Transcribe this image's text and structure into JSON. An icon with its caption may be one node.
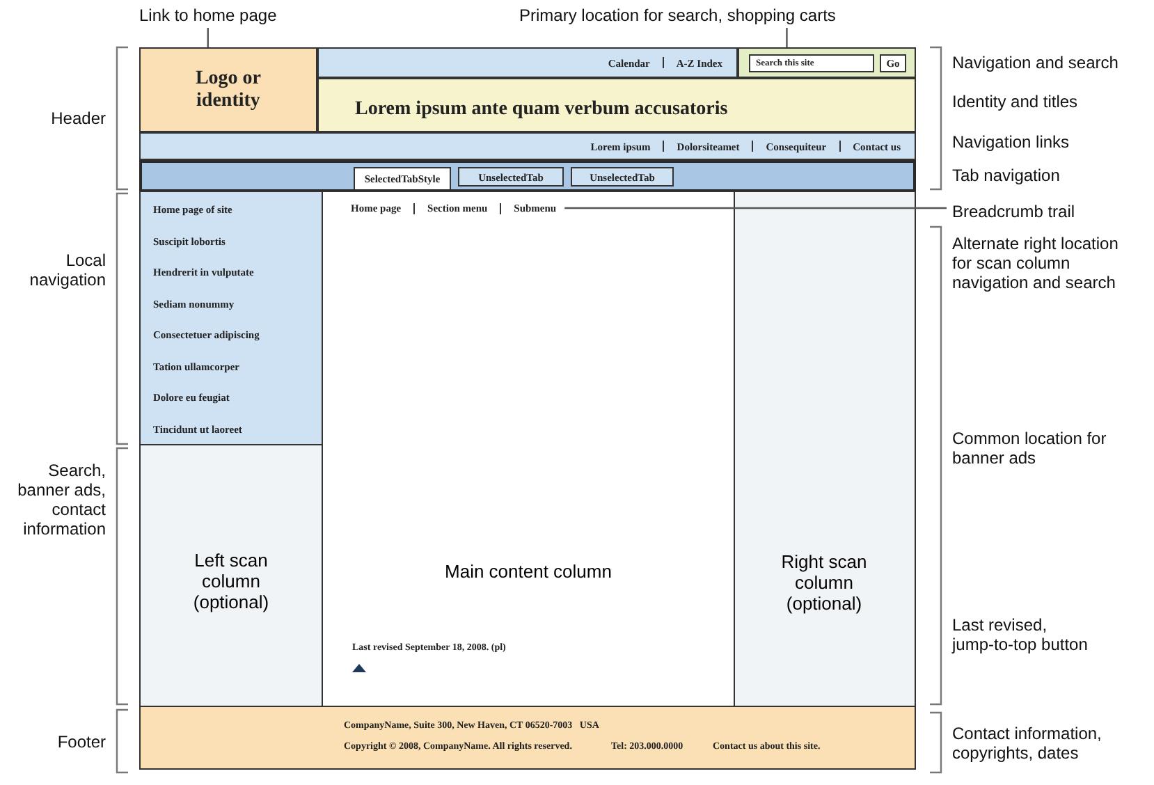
{
  "diagram": {
    "nodes": [
      {
        "text": [
          "Link to home page"
        ]
      },
      {
        "text": [
          "Primary location for search, shopping carts"
        ]
      },
      {
        "text": [
          "Logo or identity"
        ]
      },
      {
        "text": [
          "Calendar",
          "A-Z Index"
        ]
      },
      {
        "text": [],
        "shape": "box"
      },
      {
        "text": [
          "Search this site"
        ],
        "in": 4
      },
      {
        "text": [
          "Go"
        ],
        "in": 4
      },
      {
        "text": [
          "Lorem ipsum ante quam verbum accusatoris"
        ]
      },
      {
        "text": [
          "Lorem ipsum",
          "Dolorsiteamet",
          "Consequiteur",
          "Contact us"
        ]
      },
      {
        "text": [],
        "shape": "bar"
      },
      {
        "text": [
          "SelectedTabStyle"
        ],
        "in": 9
      },
      {
        "text": [
          "UnselectedTab"
        ],
        "in": 9
      },
      {
        "text": [
          "UnselectedTab"
        ],
        "in": 9
      },
      {
        "text": [
          "Home page of site",
          "Suscipit lobortis",
          "Hendrerit in vulputate",
          "Sediam nonummy",
          "Consectetuer adipiscing",
          "Tation ullamcorper",
          "Dolore eu feugiat",
          "Tincidunt ut laoreet"
        ]
      },
      {
        "text": [
          "Breadcrumb trail"
        ]
      },
      {
        "text": [
          "Main content column",
          "Last revised September 18, 2008. (pl)"
        ]
      },
      {
        "text": [
          "Home page",
          "Section menu",
          "Submenu"
        ],
        "in": 15
      },
      {
        "text": [
          "Left scan column (optional)"
        ]
      },
      {
        "text": [
          "Right scan column (optional)"
        ]
      },
      {
        "text": [
          "CompanyName, Suite 300, New Haven, CT 06520-7003   USA",
          "Copyright © 2008, CompanyName. All rights reserved.",
          "Tel: 203.000.0000",
          "Contact us about this site."
        ]
      }
    ],
    "edges": [
      {
        "from": 0,
        "to": 2,
        "arrow": "none"
      },
      {
        "from": 1,
        "to": 4,
        "arrow": "none"
      },
      {
        "from": 14,
        "to": 16,
        "arrow": "none"
      }
    ],
    "labels": [
      "Header",
      "Local navigation",
      "Search, banner ads, contact information",
      "Footer",
      "Navigation and search",
      "Identity and titles",
      "Navigation links",
      "Tab navigation",
      "Alternate right location for scan column navigation and search",
      "Common location for banner ads",
      "Last revised, jump-to-top button",
      "Contact information, copyrights, dates"
    ]
  }
}
